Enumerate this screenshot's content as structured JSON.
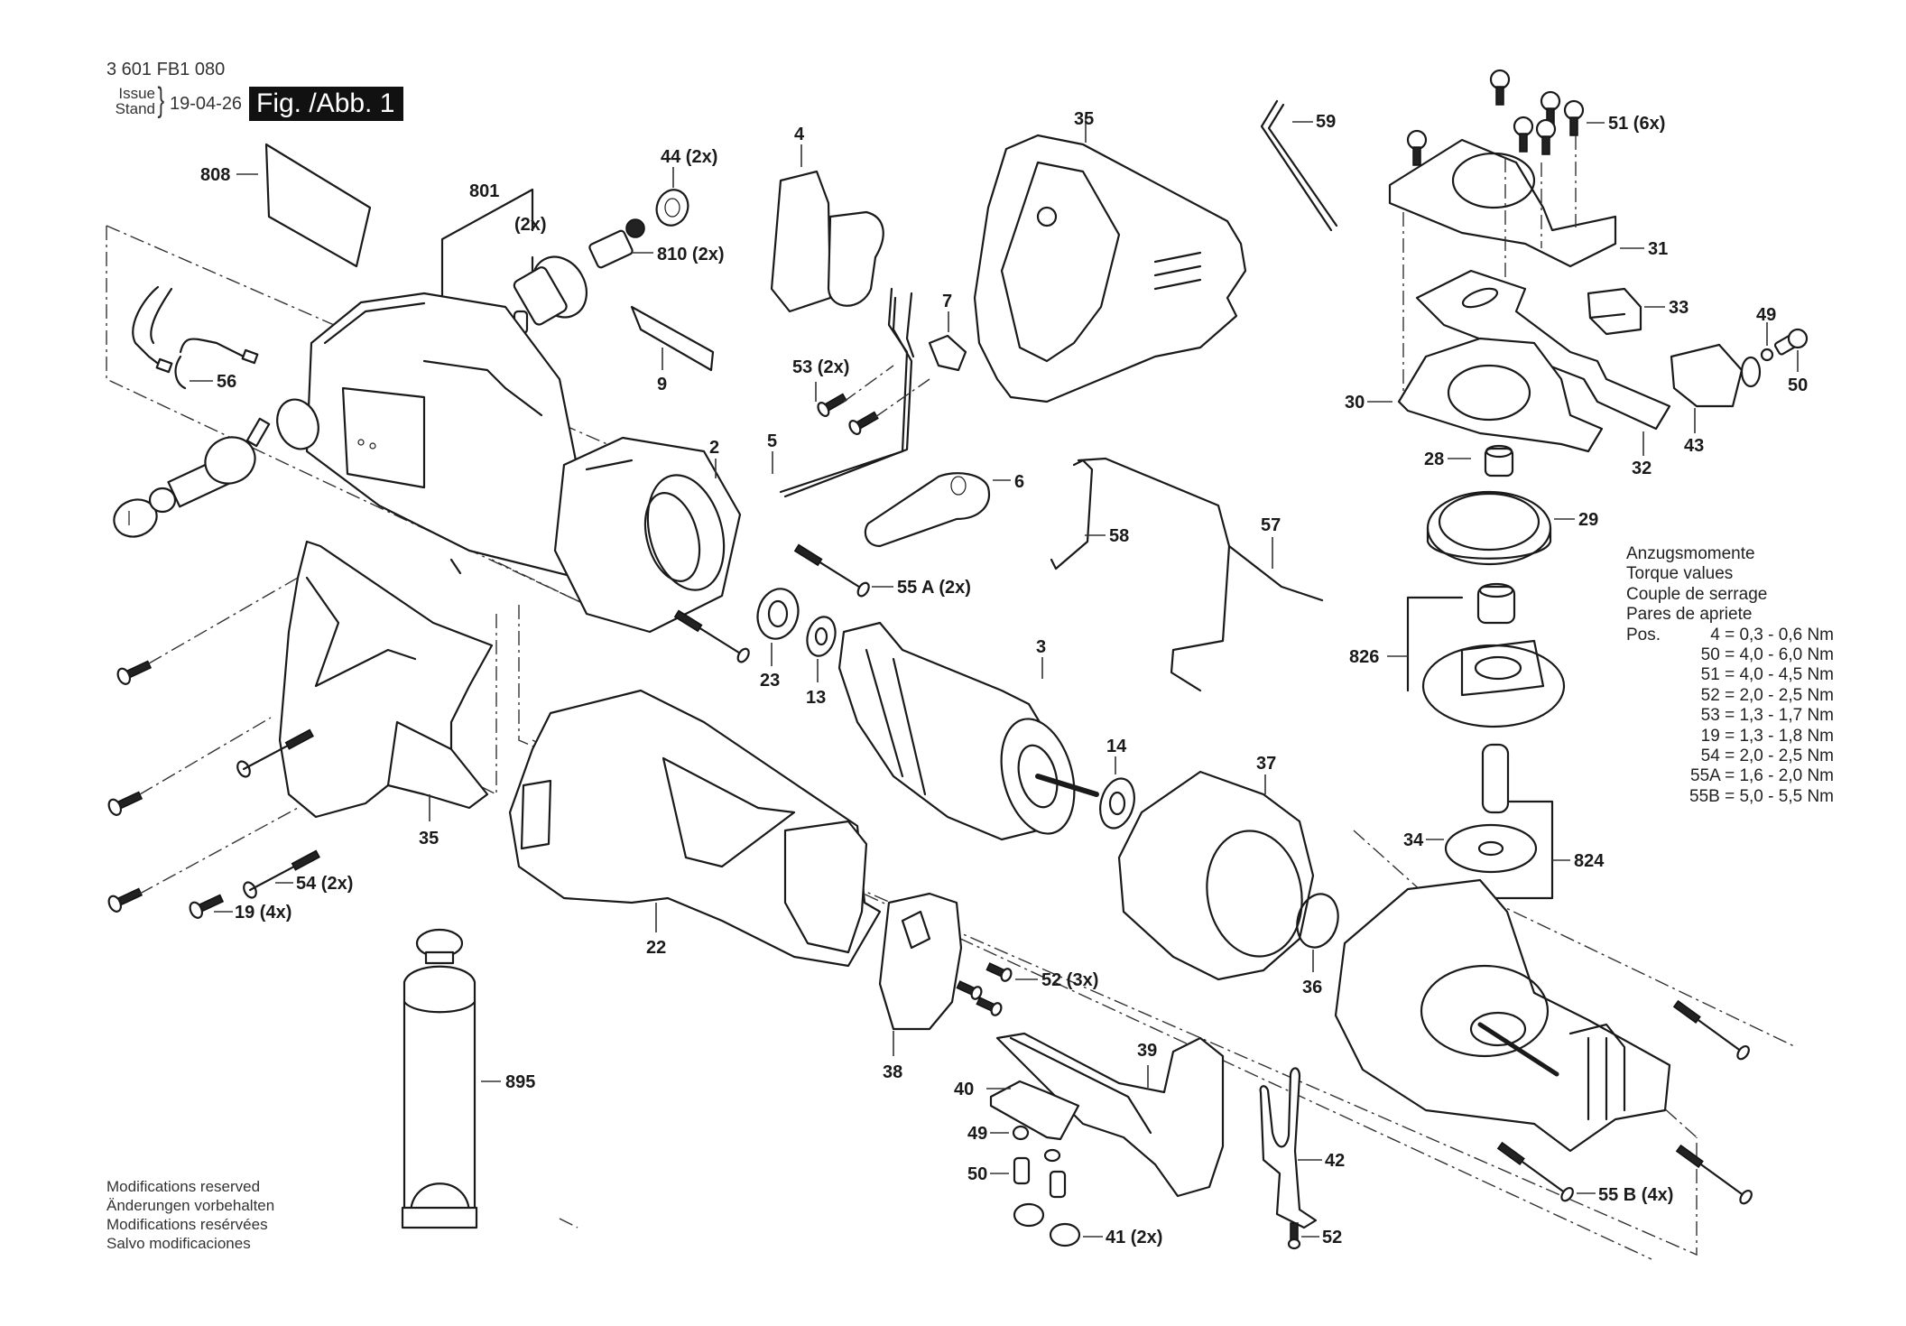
{
  "header": {
    "document_number": "3 601 FB1 080",
    "issue_label": "Issue",
    "stand_label": "Stand",
    "issue_date": "19-04-26",
    "figure_title": "Fig. /Abb. 1"
  },
  "parts": {
    "p808": "808",
    "p801": "801",
    "p801_qty": "(2x)",
    "p44": "44 (2x)",
    "p810": "810 (2x)",
    "p9": "9",
    "p4": "4",
    "p7": "7",
    "p53": "53 (2x)",
    "p5": "5",
    "p6": "6",
    "p35_top": "35",
    "p59": "59",
    "p51": "51 (6x)",
    "p31": "31",
    "p33": "33",
    "p49_top": "49",
    "p50_top": "50",
    "p30": "30",
    "p32": "32",
    "p43": "43",
    "p28": "28",
    "p29": "29",
    "p826": "826",
    "p824": "824",
    "p34": "34",
    "p56": "56",
    "p2": "2",
    "p55a": "55 A (2x)",
    "p58": "58",
    "p57": "57",
    "p23": "23",
    "p13": "13",
    "p3": "3",
    "p14": "14",
    "p37": "37",
    "p36": "36",
    "p35_bottom": "35",
    "p54": "54 (2x)",
    "p19": "19 (4x)",
    "p22": "22",
    "p52_3x": "52 (3x)",
    "p38": "38",
    "p39": "39",
    "p40": "40",
    "p49_bottom": "49",
    "p50_bottom": "50",
    "p41": "41 (2x)",
    "p42": "42",
    "p52_single": "52",
    "p55b": "55 B (4x)",
    "p895": "895"
  },
  "torque": {
    "heading_de": "Anzugsmomente",
    "heading_en": "Torque values",
    "heading_fr": "Couple de serrage",
    "heading_es": "Pares de apriete",
    "pos_label": "Pos.",
    "rows": [
      {
        "value": "4 = 0,3 - 0,6 Nm"
      },
      {
        "value": "50 = 4,0 - 6,0 Nm"
      },
      {
        "value": "51 = 4,0 - 4,5 Nm"
      },
      {
        "value": "52 = 2,0 - 2,5 Nm"
      },
      {
        "value": "53 = 1,3 - 1,7 Nm"
      },
      {
        "value": "19 = 1,3 - 1,8 Nm"
      },
      {
        "value": "54 = 2,0 - 2,5 Nm"
      },
      {
        "value": "55A = 1,6 - 2,0 Nm"
      },
      {
        "value": "55B = 5,0 - 5,5 Nm"
      }
    ]
  },
  "notes": {
    "en": "Modifications reserved",
    "de": "Änderungen vorbehalten",
    "fr": "Modifications resérvées",
    "es": "Salvo modificaciones"
  }
}
